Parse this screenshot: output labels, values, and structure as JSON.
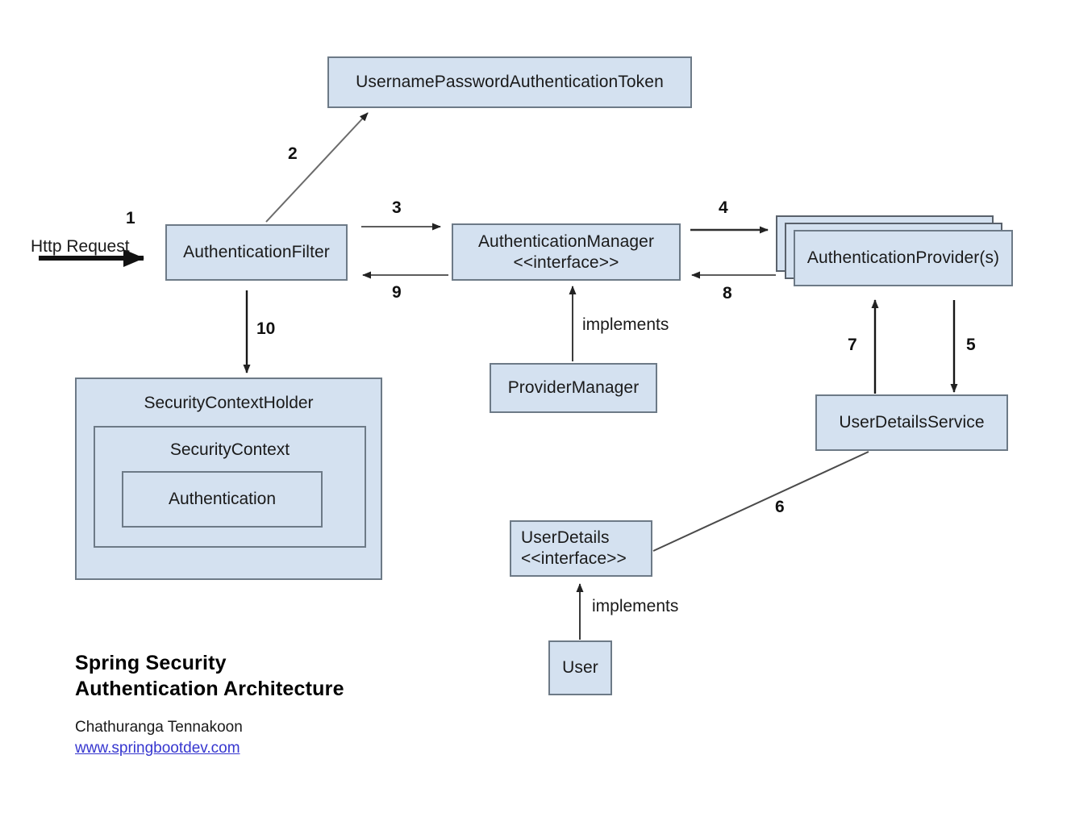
{
  "diagram": {
    "title": "Spring Security Authentication Architecture",
    "colors": {
      "node_fill": "#d4e1f0",
      "node_border": "#6d7a87",
      "link": "#3636cf",
      "arrow": "#222222"
    },
    "nodes": {
      "token": {
        "label": "UsernamePasswordAuthenticationToken"
      },
      "auth_filter": {
        "label": "AuthenticationFilter"
      },
      "auth_manager": {
        "label": "AuthenticationManager\n<<interface>>"
      },
      "auth_provider": {
        "label": "AuthenticationProvider(s)"
      },
      "provider_manager": {
        "label": "ProviderManager"
      },
      "user_details_service": {
        "label": "UserDetailsService"
      },
      "user_details": {
        "label": "UserDetails\n<<interface>>"
      },
      "user": {
        "label": "User"
      },
      "security_context_holder": {
        "label": "SecurityContextHolder"
      },
      "security_context": {
        "label": "SecurityContext"
      },
      "authentication": {
        "label": "Authentication"
      }
    },
    "edges": [
      {
        "id": "1",
        "label": "1",
        "text": "Http Request",
        "from": "http",
        "to": "auth_filter"
      },
      {
        "id": "2",
        "label": "2",
        "from": "auth_filter",
        "to": "token"
      },
      {
        "id": "3",
        "label": "3",
        "from": "auth_filter",
        "to": "auth_manager"
      },
      {
        "id": "4",
        "label": "4",
        "from": "auth_manager",
        "to": "auth_provider"
      },
      {
        "id": "5",
        "label": "5",
        "from": "auth_provider",
        "to": "user_details_service"
      },
      {
        "id": "6",
        "label": "6",
        "from": "user_details_service",
        "to": "user_details"
      },
      {
        "id": "7",
        "label": "7",
        "from": "user_details_service",
        "to": "auth_provider"
      },
      {
        "id": "8",
        "label": "8",
        "from": "auth_provider",
        "to": "auth_manager"
      },
      {
        "id": "9",
        "label": "9",
        "from": "auth_manager",
        "to": "auth_filter"
      },
      {
        "id": "10",
        "label": "10",
        "from": "auth_filter",
        "to": "security_context_holder"
      }
    ],
    "annotations": {
      "http_request": "Http Request",
      "implements_manager": "implements",
      "implements_user": "implements"
    },
    "caption": {
      "title": "Spring Security\nAuthentication Architecture",
      "author": "Chathuranga Tennakoon",
      "link": "www.springbootdev.com"
    }
  }
}
